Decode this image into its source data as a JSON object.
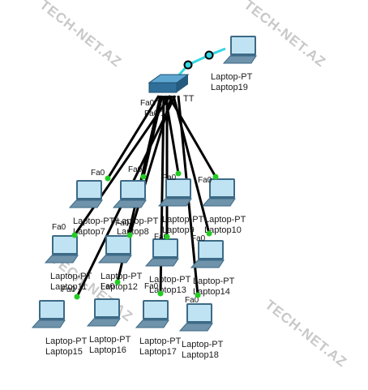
{
  "watermark": "TECH-NET.AZ",
  "switch": {
    "label_fragment": "TT",
    "ports": [
      "Fa0/11",
      "Fa0/12"
    ]
  },
  "laptops": [
    {
      "type": "Laptop-PT",
      "name": "Laptop19",
      "port": ""
    },
    {
      "type": "Laptop-PT",
      "name": "Laptop7",
      "port": "Fa0"
    },
    {
      "type": "Laptop-PT",
      "name": "Laptop8",
      "port": "Fa0"
    },
    {
      "type": "Laptop-PT",
      "name": "Laptop9",
      "port": "Fa0"
    },
    {
      "type": "Laptop-PT",
      "name": "Laptop10",
      "port": "Fa0"
    },
    {
      "type": "Laptop-PT",
      "name": "Laptop11",
      "port": "Fa0"
    },
    {
      "type": "Laptop-PT",
      "name": "Laptop12",
      "port": "Fa0"
    },
    {
      "type": "Laptop-PT",
      "name": "Laptop13",
      "port": "Fa0"
    },
    {
      "type": "Laptop-PT",
      "name": "Laptop14",
      "port": "Fa0"
    },
    {
      "type": "Laptop-PT",
      "name": "Laptop15",
      "port": "Fa0"
    },
    {
      "type": "Laptop-PT",
      "name": "Laptop16",
      "port": "Fa0"
    },
    {
      "type": "Laptop-PT",
      "name": "Laptop17",
      "port": "Fa0"
    },
    {
      "type": "Laptop-PT",
      "name": "Laptop18",
      "port": "Fa0"
    }
  ],
  "colors": {
    "cable": "#000000",
    "wireless": "#33d6e0",
    "link_up": "#22cc22",
    "laptop_screen": "#bfe3f2",
    "laptop_frame": "#3d6a86",
    "switch_body": "#2f6f9a"
  },
  "icons": [
    "switch-icon",
    "laptop-icon",
    "link-light-icon",
    "wireless-link-icon"
  ]
}
